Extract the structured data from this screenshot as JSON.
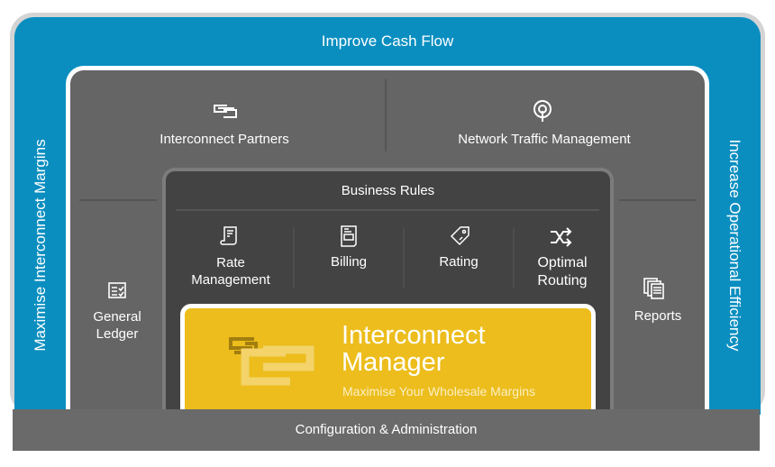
{
  "top_banner": "Improve Cash Flow",
  "left_banner": "Maximise Interconnect Margins",
  "right_banner": "Increase Operational Efficiency",
  "modules": {
    "interconnect_partners": "Interconnect Partners",
    "network_traffic": "Network Traffic Management",
    "general_ledger": [
      "General",
      "Ledger"
    ],
    "reports": "Reports"
  },
  "business_rules": {
    "title": "Business Rules",
    "items": [
      {
        "label": [
          "Rate",
          "Management"
        ],
        "icon": "receipt-icon"
      },
      {
        "label": [
          "Billing"
        ],
        "icon": "invoice-icon"
      },
      {
        "label": [
          "Rating"
        ],
        "icon": "tag-icon"
      },
      {
        "label": [
          "Optimal",
          "Routing"
        ],
        "icon": "shuffle-icon"
      }
    ]
  },
  "product": {
    "title_line1": "Interconnect",
    "title_line2": "Manager",
    "tagline": "Maximise Your Wholesale Margins"
  },
  "footer": "Configuration & Administration",
  "colors": {
    "blue": "#0a8ec0",
    "yellow": "#ecbd1c",
    "gray": "#656565",
    "dark": "#434343"
  }
}
